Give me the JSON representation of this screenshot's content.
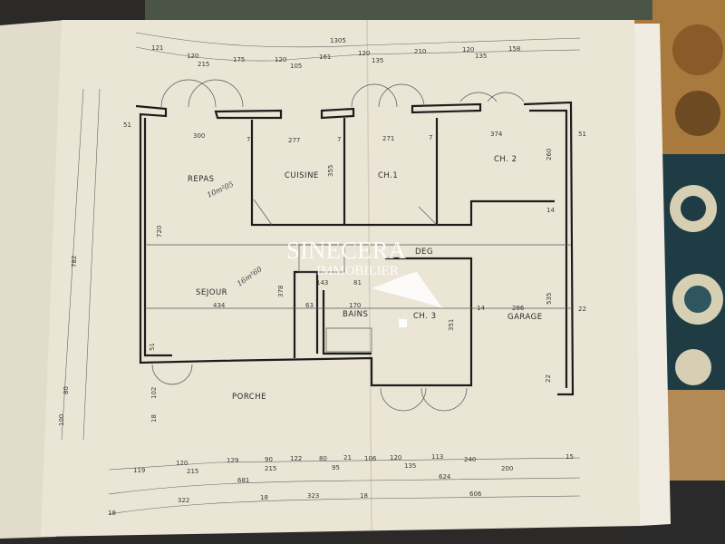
{
  "plan": {
    "rooms": {
      "repas": "REPAS",
      "cuisine": "CUISINE",
      "ch1": "CH.1",
      "ch2": "CH. 2",
      "sejour": "SEJOUR",
      "deg": "DEG",
      "bains": "BAINS",
      "ch3": "CH. 3",
      "garage": "GARAGE",
      "porche": "PORCHE"
    },
    "handwritten": {
      "repas_area": "10m²05",
      "sejour_area": "16m²60"
    },
    "dims": {
      "top_total": "1305",
      "top": [
        "121",
        "120",
        "215",
        "175",
        "120",
        "105",
        "161",
        "120",
        "135",
        "210",
        "120",
        "135",
        "158"
      ],
      "inner": [
        "300",
        "277",
        "271",
        "374",
        "51",
        "51",
        "7",
        "7",
        "7"
      ],
      "vertical": [
        "355",
        "260",
        "14",
        "720",
        "378",
        "351",
        "535",
        "22",
        "22",
        "14",
        "286",
        "434",
        "170",
        "143",
        "81",
        "63",
        "51",
        "102",
        "18"
      ],
      "left": [
        "782",
        "80",
        "100"
      ],
      "bottom1": [
        "119",
        "120",
        "215",
        "129",
        "90",
        "215",
        "122",
        "80",
        "95",
        "21",
        "106",
        "120",
        "135",
        "113",
        "240",
        "200",
        "15"
      ],
      "bottom2": [
        "681",
        "624"
      ],
      "bottom3": [
        "322",
        "18",
        "323",
        "18",
        "606",
        "18"
      ]
    }
  },
  "watermark": {
    "line1": "SINECERA",
    "line2": "IMMOBILIER"
  },
  "colors": {
    "paper": "#ece6d8",
    "ink": "#1c1c1c",
    "background_pattern": "#b07a3a",
    "background_teal": "#2f5560"
  }
}
